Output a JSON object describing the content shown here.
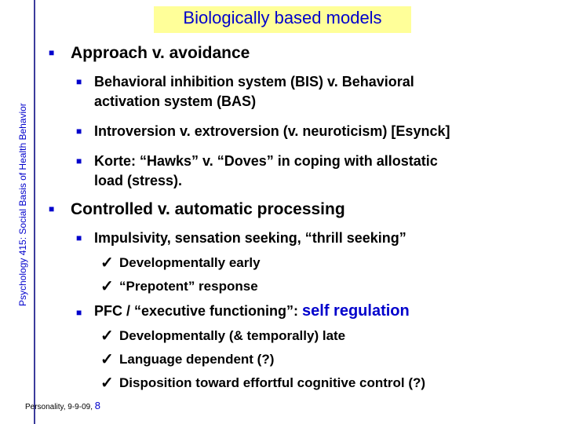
{
  "title": "Biologically based models",
  "side_label": "Psychology 415: Social Basis of Health Behavior",
  "items": {
    "approach": "Approach v. avoidance",
    "bis_line1": "Behavioral inhibition system (BIS) v. Behavioral",
    "bis_line2": "activation system (BAS)",
    "introversion": "Introversion v. extroversion (v. neuroticism) [Esynck]",
    "korte_line1": "Korte: “Hawks” v. “Doves” in coping with allostatic",
    "korte_line2": "load (stress).",
    "controlled": "Controlled v. automatic processing",
    "impulsivity": "Impulsivity, sensation seeking, “thrill seeking”",
    "dev_early": "Developmentally early",
    "prepotent": "“Prepotent” response",
    "pfc_prefix": "PFC / “executive functioning”: ",
    "pfc_highlight": "self regulation",
    "dev_late": "Developmentally (& temporally) late",
    "language": "Language dependent (?)",
    "disposition": "Disposition toward effortful cognitive control (?)"
  },
  "footer": {
    "text": "Personality, 9-9-09, ",
    "page": "8"
  },
  "colors": {
    "title_bg": "#ffff99",
    "accent": "#0000cc"
  },
  "icons": {
    "bullet": "square-bullet-icon",
    "check": "checkmark-icon"
  }
}
